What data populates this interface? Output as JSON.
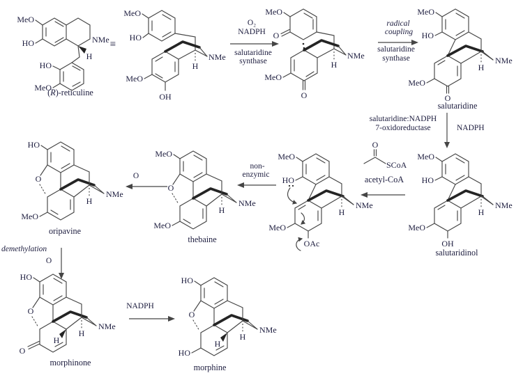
{
  "colors": {
    "background": "#ffffff",
    "ink": "#1c1c3e",
    "bond": "#454545"
  },
  "equivalence": "≡",
  "atoms": {
    "meo": "MeO",
    "ho": "HO",
    "oh": "OH",
    "o": "O",
    "nme": "NMe",
    "h": "H",
    "oac": "OAc",
    "scoa": "SCoA"
  },
  "compounds": {
    "reticuline_pre": "(",
    "reticuline_r": "R",
    "reticuline_post": ")-reticuline",
    "salutaridine": "salutaridine",
    "salutaridinol": "salutaridinol",
    "thebaine": "thebaine",
    "oripavine": "oripavine",
    "morphinone": "morphinone",
    "morphine": "morphine",
    "acetyl_coa": "acetyl-CoA"
  },
  "reagents": {
    "o2": "O₂",
    "nadph": "NADPH",
    "salutaridine_synthase_1": "salutaridine",
    "salutaridine_synthase_2": "synthase",
    "radical": "radical",
    "coupling": "coupling",
    "oxidoreductase_1": "salutaridine:NADPH",
    "oxidoreductase_2": "7-oxidoreductase",
    "non_enzymic_1": "non-",
    "non_enzymic_2": "enzymic",
    "o_label": "O",
    "demethylation": "demethylation"
  }
}
